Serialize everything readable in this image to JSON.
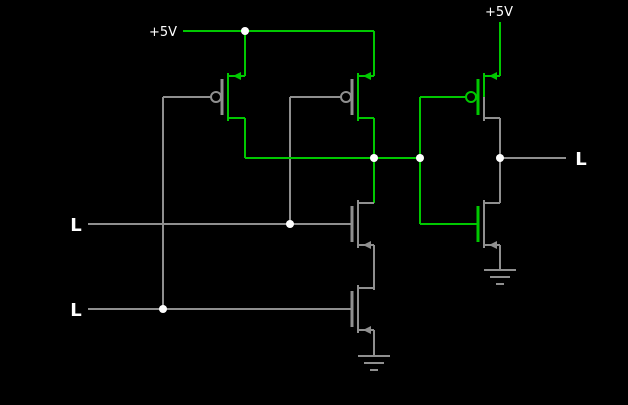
{
  "colors": {
    "background": "#000000",
    "high": "#00C800",
    "low": "#8F8F8F",
    "text": "#FFFFFF",
    "dot": "#FFFFFF"
  },
  "labels": {
    "supply_left": "+5V",
    "supply_right": "+5V",
    "input_a": "L",
    "input_b": "L",
    "output": "L"
  }
}
